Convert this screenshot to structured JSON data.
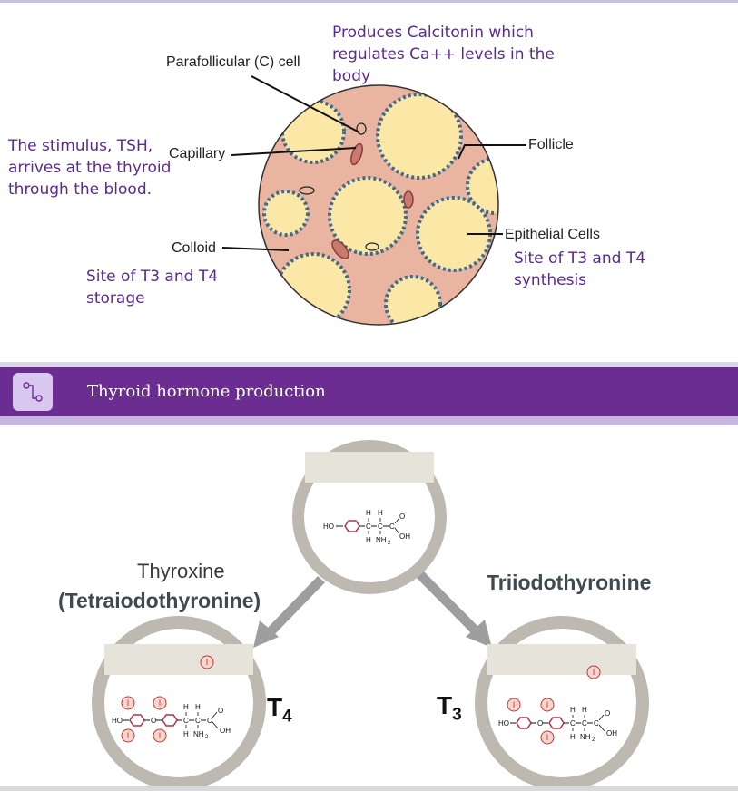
{
  "diagram_top": {
    "callout_calcitonin": "Produces Calcitonin which regulates Ca++ levels in the body",
    "label_parafollicular": "Parafollicular (C) cell",
    "callout_tsh": "The stimulus, TSH, arrives at the thyroid through the blood.",
    "label_capillary": "Capillary",
    "label_follicle": "Follicle",
    "label_epithelial": "Epithelial Cells",
    "callout_synthesis": "Site of T3 and T4 synthesis",
    "label_colloid": "Colloid",
    "callout_storage": "Site of T3 and T4 storage"
  },
  "banner": {
    "title": "Thyroid hormone production",
    "icon": "flow-connector-icon"
  },
  "diagram_bottom": {
    "thyroxine": "Thyroxine",
    "tetraiodothyronine": "(Tetraiodothyronine)",
    "triiodothyronine": "Triiodothyronine",
    "t4_letter": "T",
    "t4_sub": "4",
    "t3_letter": "T",
    "t3_sub": "3",
    "chem": {
      "ho": "HO",
      "h": "H",
      "c": "C",
      "o": "O",
      "oh": "OH",
      "nh2": "NH",
      "nh2_sub": "2",
      "iodine": "I"
    }
  },
  "colors": {
    "purple_text": "#5b2a8e",
    "banner": "#6b2d91",
    "colloid": "#fbe7a6",
    "cell": "#e9b9a0",
    "nucleus": "#4a6a86",
    "lens_ring": "#bdb9b1",
    "iodine_fill": "#f7d4cf",
    "iodine_stroke": "#c0392b",
    "ring_stroke": "#b2324b"
  }
}
